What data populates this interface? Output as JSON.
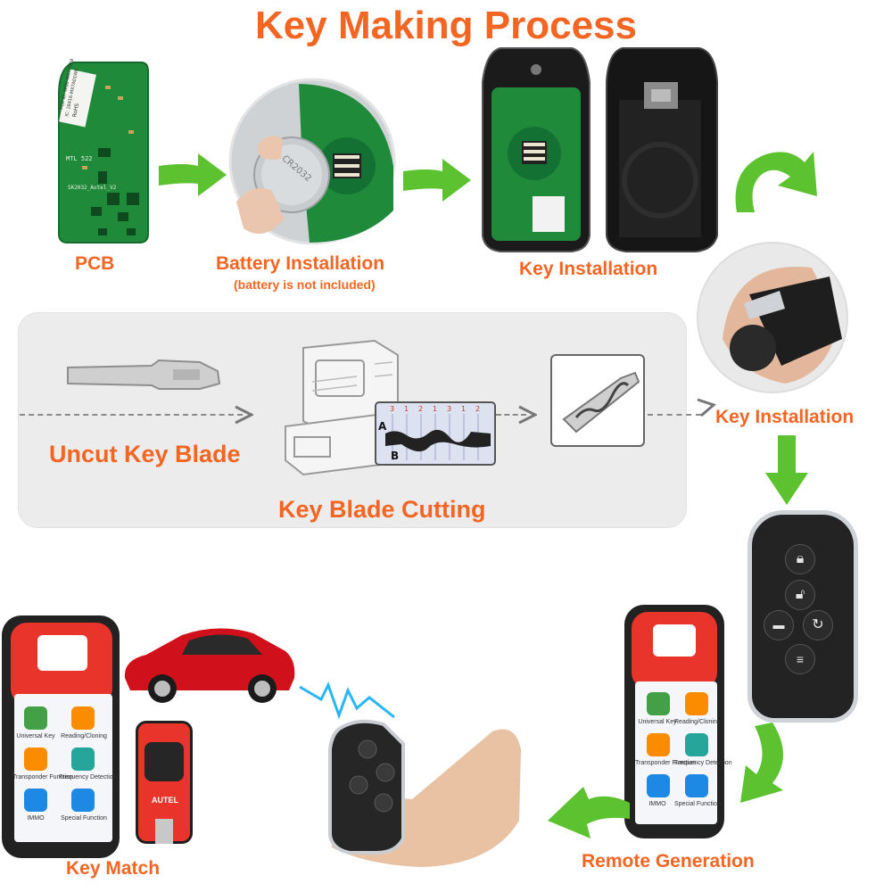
{
  "title": "Key Making Process",
  "steps": {
    "pcb": "PCB",
    "battery": "Battery Installation",
    "battery_note": "(battery is not included)",
    "key_install_1": "Key Installation",
    "key_install_2": "Key Installation",
    "uncut_blade": "Uncut Key Blade",
    "blade_cutting": "Key Blade Cutting",
    "remote_generation": "Remote Generation",
    "key_match": "Key Match"
  },
  "pcb_text": {
    "line1": "FCC ID: WQ8-MX7A01WE",
    "line2": "IC: 28416-MX7A01WE",
    "line3": "RoHS",
    "part": "SK2032_Autel_V2",
    "mark": "MTL 522"
  },
  "battery_text": "CR2032",
  "cutting_chart": {
    "label_a": "A",
    "label_b": "B",
    "scale": [
      "3",
      "1",
      "2",
      "1",
      "3",
      "1",
      "2"
    ]
  },
  "device_apps": [
    {
      "label": "Universal Key",
      "color": "#43a047",
      "icon": "key-icon"
    },
    {
      "label": "Reading/Cloning",
      "color": "#fb8c00",
      "icon": "copy-icon"
    },
    {
      "label": "Transponder Function",
      "color": "#fb8c00",
      "icon": "chip-icon"
    },
    {
      "label": "Frequency Detection",
      "color": "#26a69a",
      "icon": "wave-icon"
    },
    {
      "label": "IMMO",
      "color": "#1e88e5",
      "icon": "car-icon"
    },
    {
      "label": "Special Function",
      "color": "#1e88e5",
      "icon": "info-icon"
    }
  ],
  "adapter_brand": "AUTEL",
  "colors": {
    "accent": "#f26522",
    "arrow_green": "#5cc22f",
    "tool_red": "#e8342a",
    "pcb_green": "#1f8a3a",
    "car_red": "#d0101a"
  },
  "fob_buttons": [
    "lock-icon",
    "unlock-icon",
    "trunk-icon",
    "remote-start-icon",
    "lights-icon"
  ]
}
